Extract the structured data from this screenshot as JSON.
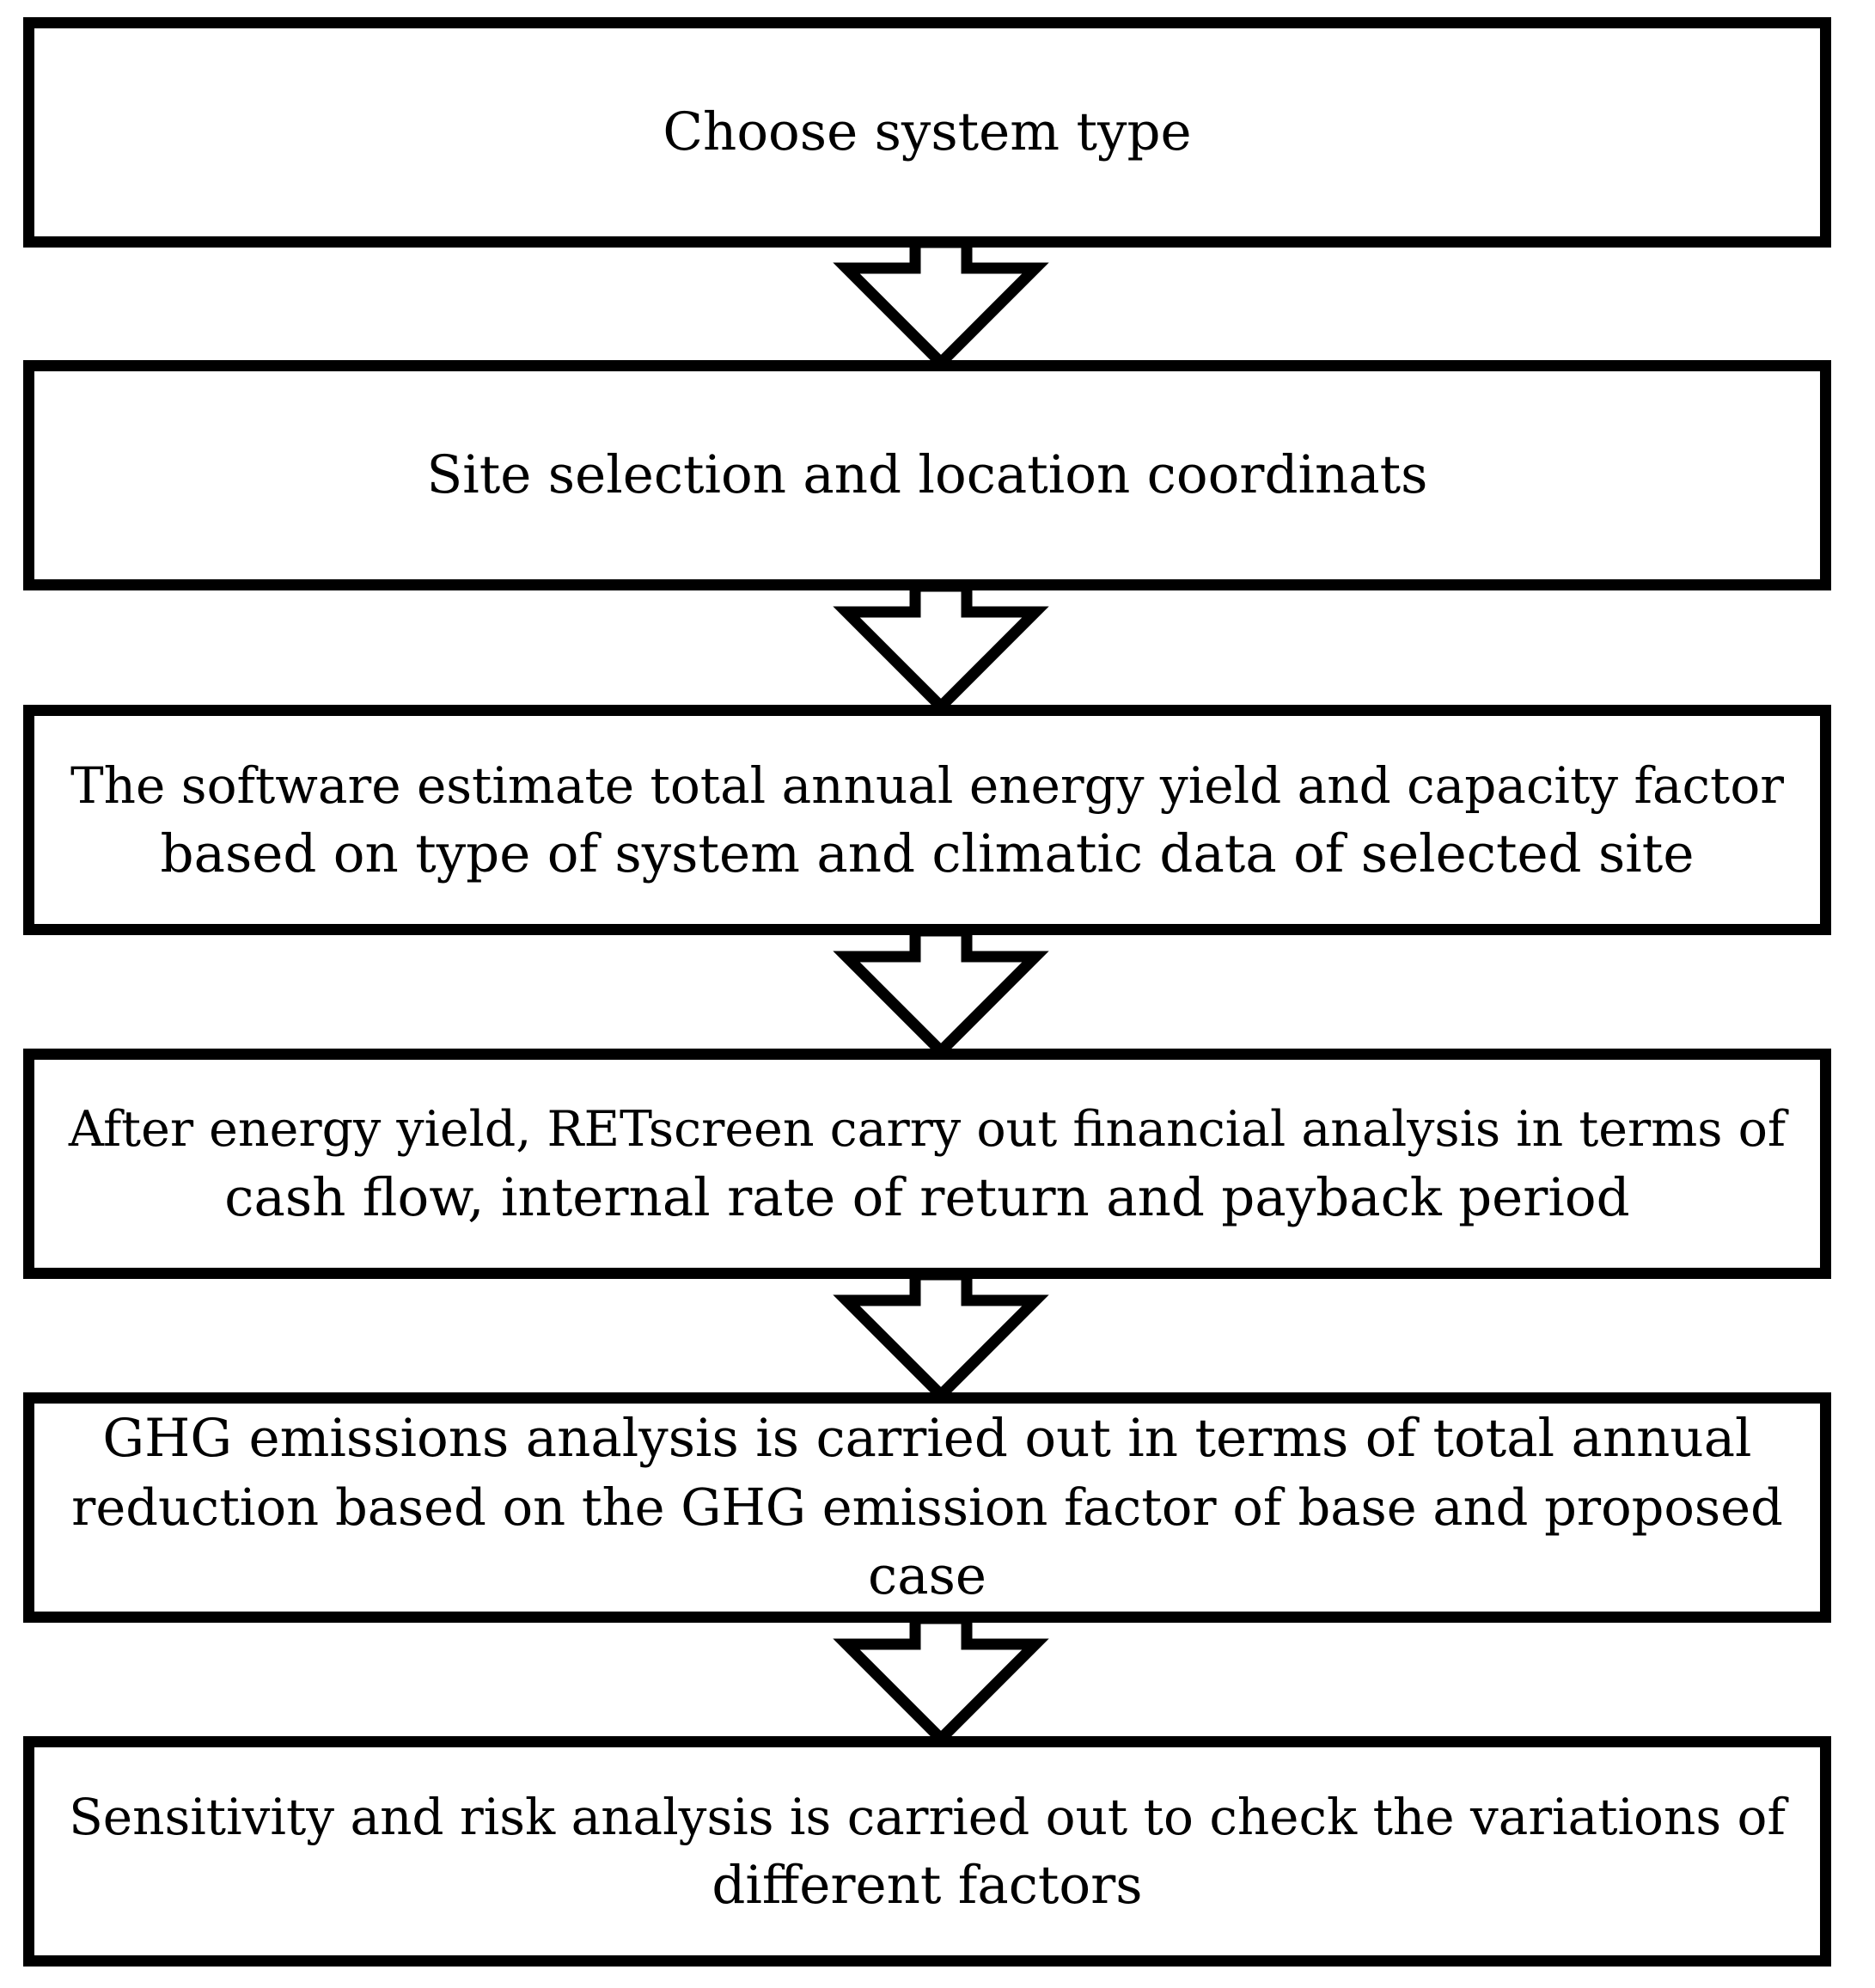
{
  "flowchart": {
    "steps": [
      {
        "lines": [
          "Choose system type"
        ]
      },
      {
        "lines": [
          "Site selection and location coordinats"
        ]
      },
      {
        "lines": [
          "The software estimate total annual energy yield and capacity factor",
          "based on type of system and climatic data of selected site"
        ]
      },
      {
        "lines": [
          "After energy yield, RETscreen carry out financial analysis in terms of",
          "cash flow, internal rate of return and payback period"
        ]
      },
      {
        "lines": [
          "GHG emissions analysis is carried out in terms of total annual",
          "reduction based on the GHG emission factor of base and proposed",
          "case"
        ]
      },
      {
        "lines": [
          "Sensitivity and risk analysis is carried out to check the variations of",
          "different factors"
        ]
      }
    ],
    "connector_icon": "down-hollow-arrow-icon",
    "colors": {
      "border": "#000000",
      "background": "#ffffff",
      "text": "#000000"
    }
  }
}
